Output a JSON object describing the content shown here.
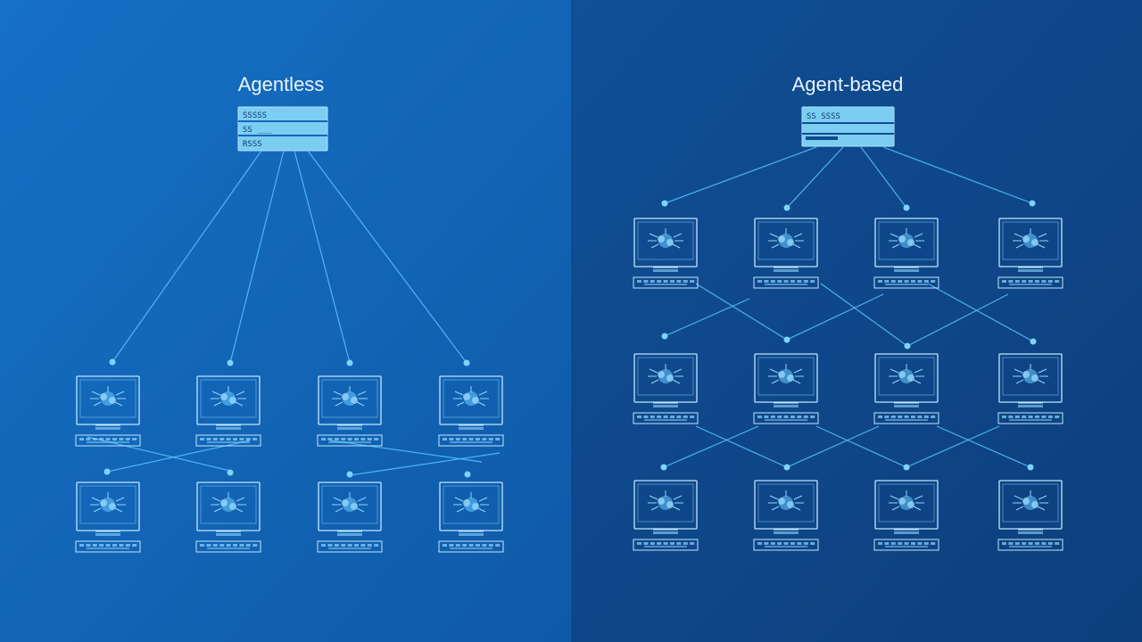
{
  "colors": {
    "left_background": "#1467b8",
    "right_background": "#0f4c8f",
    "line": "#59c3ff",
    "node": "#7fd3ff",
    "server_fill": "#7ccdf2",
    "title_text": "#e8f4ff"
  },
  "left_panel": {
    "title": "Agentless",
    "server": {
      "icon": "server-icon",
      "rows": [
        "SSSSS",
        "SS    ___",
        "RSSS"
      ]
    },
    "computers": {
      "icon": "computer-workstation-icon",
      "count": 8,
      "layout": "2 rows × 4 columns"
    }
  },
  "right_panel": {
    "title": "Agent-based",
    "server": {
      "icon": "server-icon",
      "rows": [
        "SS SSSS",
        "",
        ""
      ]
    },
    "computers": {
      "icon": "computer-workstation-icon",
      "count": 12,
      "layout": "3 rows × 4 columns"
    }
  }
}
